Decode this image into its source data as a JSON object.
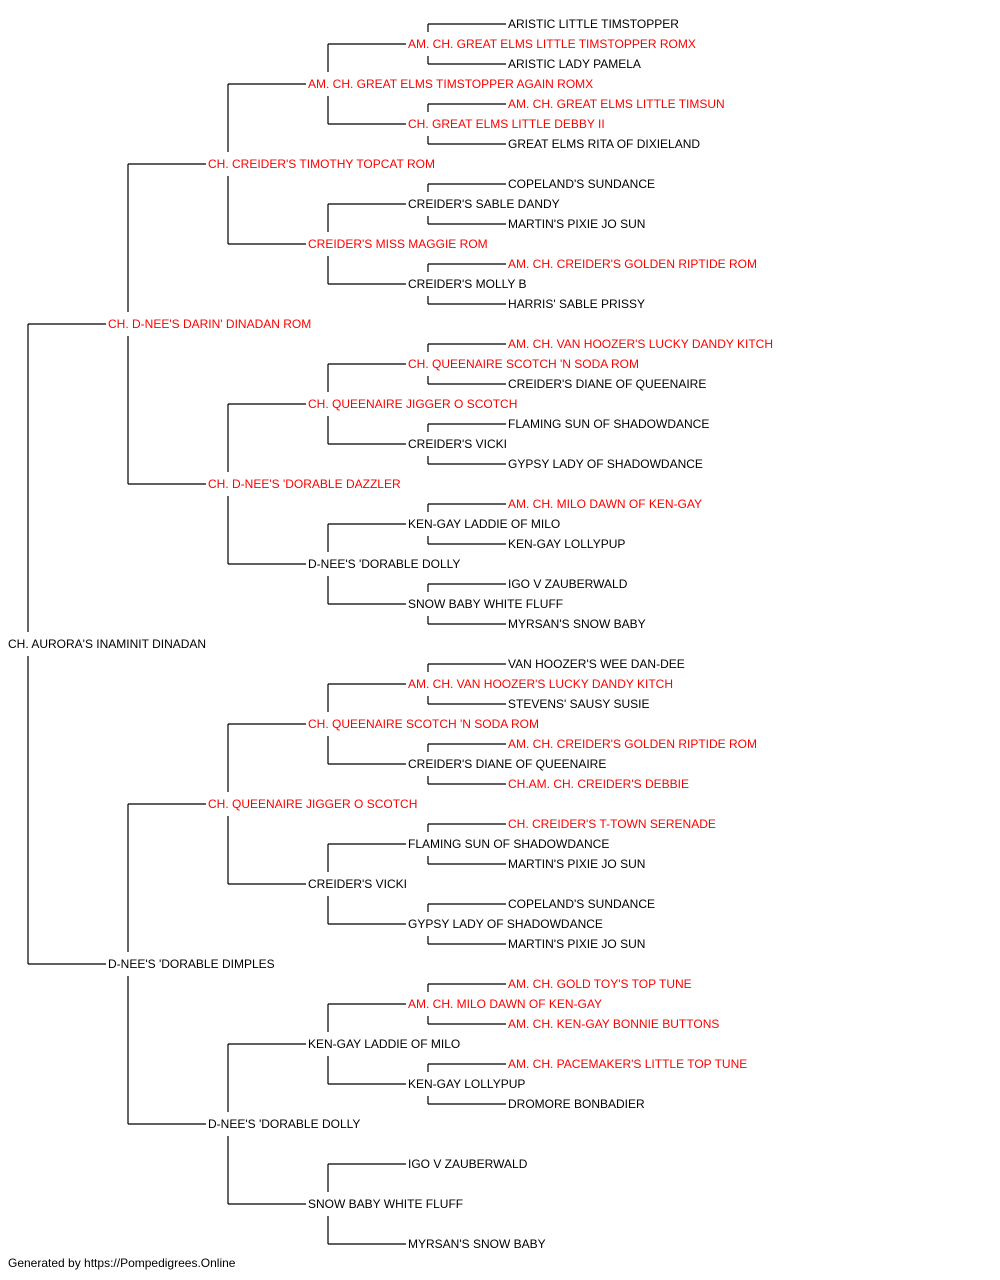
{
  "colors": {
    "champion": "#ff0000",
    "normal": "#000000",
    "line": "#000000"
  },
  "pedigree": {
    "name": "CH. AURORA'S INAMINIT DINADAN",
    "champion": false,
    "sire": {
      "name": "CH. D-NEE'S DARIN' DINADAN ROM",
      "champion": true,
      "sire": {
        "name": "CH. CREIDER'S TIMOTHY TOPCAT ROM",
        "champion": true,
        "sire": {
          "name": "AM. CH. GREAT ELMS TIMSTOPPER AGAIN ROMX",
          "champion": true,
          "sire": {
            "name": "AM. CH. GREAT ELMS LITTLE TIMSTOPPER ROMX",
            "champion": true,
            "sire": {
              "name": "ARISTIC LITTLE TIMSTOPPER",
              "champion": false
            },
            "dam": {
              "name": "ARISTIC LADY PAMELA",
              "champion": false
            }
          },
          "dam": {
            "name": "CH. GREAT ELMS LITTLE DEBBY II",
            "champion": true,
            "sire": {
              "name": "AM. CH. GREAT ELMS LITTLE TIMSUN",
              "champion": true
            },
            "dam": {
              "name": "GREAT ELMS RITA OF DIXIELAND",
              "champion": false
            }
          }
        },
        "dam": {
          "name": "CREIDER'S MISS MAGGIE ROM",
          "champion": true,
          "sire": {
            "name": "CREIDER'S SABLE DANDY",
            "champion": false,
            "sire": {
              "name": "COPELAND'S SUNDANCE",
              "champion": false
            },
            "dam": {
              "name": "MARTIN'S PIXIE JO SUN",
              "champion": false
            }
          },
          "dam": {
            "name": "CREIDER'S MOLLY B",
            "champion": false,
            "sire": {
              "name": "AM. CH. CREIDER'S GOLDEN RIPTIDE ROM",
              "champion": true
            },
            "dam": {
              "name": "HARRIS' SABLE PRISSY",
              "champion": false
            }
          }
        }
      },
      "dam": {
        "name": "CH. D-NEE'S 'DORABLE DAZZLER",
        "champion": true,
        "sire": {
          "name": "CH. QUEENAIRE JIGGER O SCOTCH",
          "champion": true,
          "sire": {
            "name": "CH. QUEENAIRE SCOTCH 'N SODA ROM",
            "champion": true,
            "sire": {
              "name": "AM. CH. VAN HOOZER'S LUCKY DANDY KITCH",
              "champion": true
            },
            "dam": {
              "name": "CREIDER'S DIANE OF QUEENAIRE",
              "champion": false
            }
          },
          "dam": {
            "name": "CREIDER'S VICKI",
            "champion": false,
            "sire": {
              "name": "FLAMING SUN OF SHADOWDANCE",
              "champion": false
            },
            "dam": {
              "name": "GYPSY LADY OF SHADOWDANCE",
              "champion": false
            }
          }
        },
        "dam": {
          "name": "D-NEE'S 'DORABLE DOLLY",
          "champion": false,
          "sire": {
            "name": "KEN-GAY LADDIE OF MILO",
            "champion": false,
            "sire": {
              "name": "AM. CH. MILO DAWN OF KEN-GAY",
              "champion": true
            },
            "dam": {
              "name": "KEN-GAY LOLLYPUP",
              "champion": false
            }
          },
          "dam": {
            "name": "SNOW BABY WHITE FLUFF",
            "champion": false,
            "sire": {
              "name": "IGO V ZAUBERWALD",
              "champion": false
            },
            "dam": {
              "name": "MYRSAN'S SNOW BABY",
              "champion": false
            }
          }
        }
      }
    },
    "dam": {
      "name": "D-NEE'S 'DORABLE DIMPLES",
      "champion": false,
      "sire": {
        "name": "CH. QUEENAIRE JIGGER O SCOTCH",
        "champion": true,
        "sire": {
          "name": "CH. QUEENAIRE SCOTCH 'N SODA ROM",
          "champion": true,
          "sire": {
            "name": "AM. CH. VAN HOOZER'S LUCKY DANDY KITCH",
            "champion": true,
            "sire": {
              "name": "VAN HOOZER'S WEE DAN-DEE",
              "champion": false
            },
            "dam": {
              "name": "STEVENS' SAUSY SUSIE",
              "champion": false
            }
          },
          "dam": {
            "name": "CREIDER'S DIANE OF QUEENAIRE",
            "champion": false,
            "sire": {
              "name": "AM. CH. CREIDER'S GOLDEN RIPTIDE ROM",
              "champion": true
            },
            "dam": {
              "name": "CH.AM. CH. CREIDER'S DEBBIE",
              "champion": true
            }
          }
        },
        "dam": {
          "name": "CREIDER'S VICKI",
          "champion": false,
          "sire": {
            "name": "FLAMING SUN OF SHADOWDANCE",
            "champion": false,
            "sire": {
              "name": "CH. CREIDER'S T-TOWN SERENADE",
              "champion": true
            },
            "dam": {
              "name": "MARTIN'S PIXIE JO SUN",
              "champion": false
            }
          },
          "dam": {
            "name": "GYPSY LADY OF SHADOWDANCE",
            "champion": false,
            "sire": {
              "name": "COPELAND'S SUNDANCE",
              "champion": false
            },
            "dam": {
              "name": "MARTIN'S PIXIE JO SUN",
              "champion": false
            }
          }
        }
      },
      "dam": {
        "name": "D-NEE'S 'DORABLE DOLLY",
        "champion": false,
        "sire": {
          "name": "KEN-GAY LADDIE OF MILO",
          "champion": false,
          "sire": {
            "name": "AM. CH. MILO DAWN OF KEN-GAY",
            "champion": true,
            "sire": {
              "name": "AM. CH. GOLD TOY'S TOP TUNE",
              "champion": true
            },
            "dam": {
              "name": "AM. CH. KEN-GAY BONNIE BUTTONS",
              "champion": true
            }
          },
          "dam": {
            "name": "KEN-GAY LOLLYPUP",
            "champion": false,
            "sire": {
              "name": "AM. CH. PACEMAKER'S LITTLE TOP TUNE",
              "champion": true
            },
            "dam": {
              "name": "DROMORE BONBADIER",
              "champion": false
            }
          }
        },
        "dam": {
          "name": "SNOW BABY WHITE FLUFF",
          "champion": false,
          "sire": {
            "name": "IGO V ZAUBERWALD",
            "champion": false
          },
          "dam": {
            "name": "MYRSAN'S SNOW BABY",
            "champion": false
          }
        }
      }
    }
  },
  "footer": "Generated by https://Pompedigrees.Online"
}
